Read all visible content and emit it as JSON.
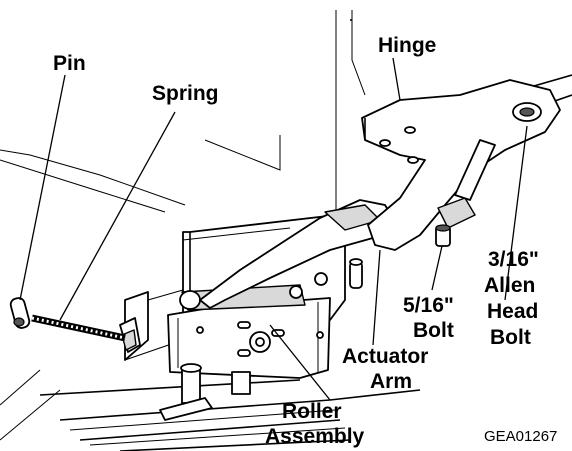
{
  "labels": {
    "pin": "Pin",
    "spring": "Spring",
    "hinge": "Hinge",
    "bolt_516_line1": "5/16\"",
    "bolt_516_line2": "Bolt",
    "allen_line1": "3/16\"",
    "allen_line2": "Allen",
    "allen_line3": "Head",
    "allen_line4": "Bolt",
    "actuator_line1": "Actuator",
    "actuator_line2": "Arm",
    "roller_line1": "Roller",
    "roller_line2": "Assembly",
    "figure_code": "GEA01267"
  }
}
